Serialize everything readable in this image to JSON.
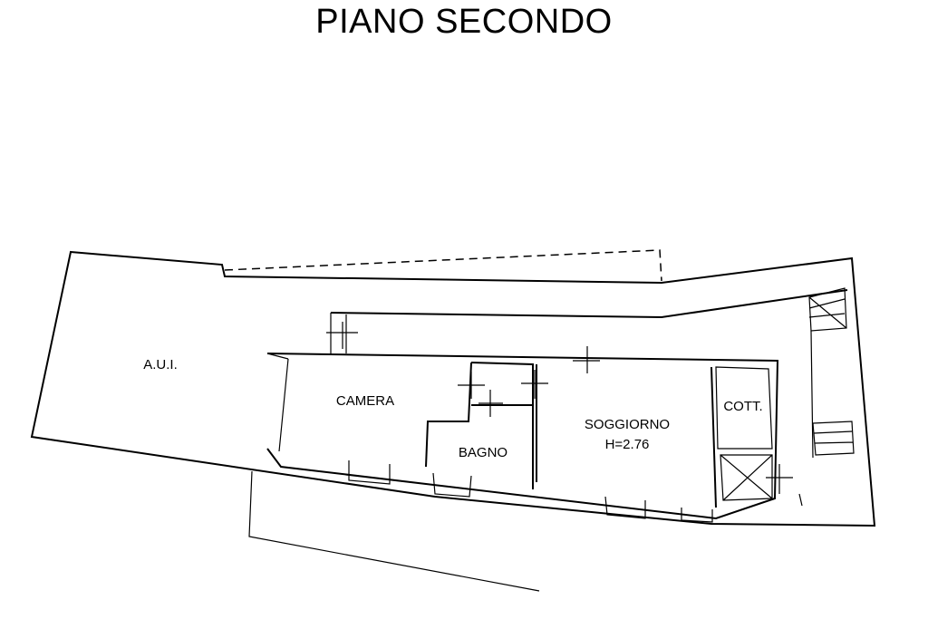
{
  "title": "PIANO SECONDO",
  "rooms": [
    {
      "id": "aui",
      "label": "A.U.I."
    },
    {
      "id": "camera",
      "label": "CAMERA"
    },
    {
      "id": "bagno",
      "label": "BAGNO"
    },
    {
      "id": "soggiorno",
      "label": "SOGGIORNO"
    },
    {
      "id": "soggiorno-height",
      "label": "H=2.76"
    },
    {
      "id": "cottura",
      "label": "COTT."
    }
  ]
}
